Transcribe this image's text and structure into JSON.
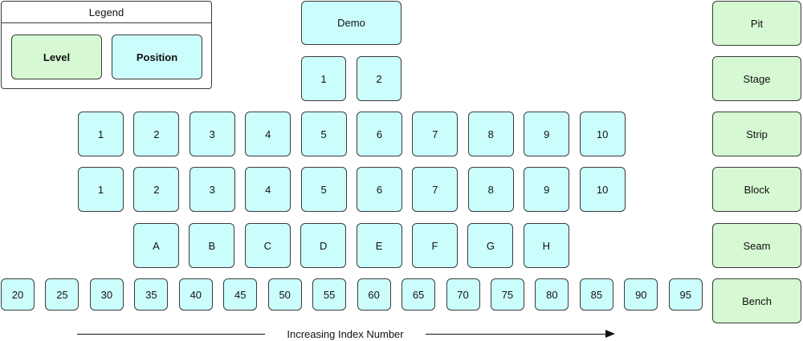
{
  "legend": {
    "title": "Legend",
    "level_label": "Level",
    "position_label": "Position"
  },
  "demo": {
    "label": "Demo",
    "items": [
      "1",
      "2"
    ]
  },
  "levels": [
    "Pit",
    "Stage",
    "Strip",
    "Block",
    "Seam",
    "Bench"
  ],
  "strip": [
    "1",
    "2",
    "3",
    "4",
    "5",
    "6",
    "7",
    "8",
    "9",
    "10"
  ],
  "block": [
    "1",
    "2",
    "3",
    "4",
    "5",
    "6",
    "7",
    "8",
    "9",
    "10"
  ],
  "seam": [
    "A",
    "B",
    "C",
    "D",
    "E",
    "F",
    "G",
    "H"
  ],
  "bench": [
    "20",
    "25",
    "30",
    "35",
    "40",
    "45",
    "50",
    "55",
    "60",
    "65",
    "70",
    "75",
    "80",
    "85",
    "90",
    "95"
  ],
  "axis": {
    "label": "Increasing Index Number"
  },
  "colors": {
    "level_fill": "#d6f8d2",
    "position_fill": "#ccfdfd",
    "border": "#3a3a3a"
  }
}
